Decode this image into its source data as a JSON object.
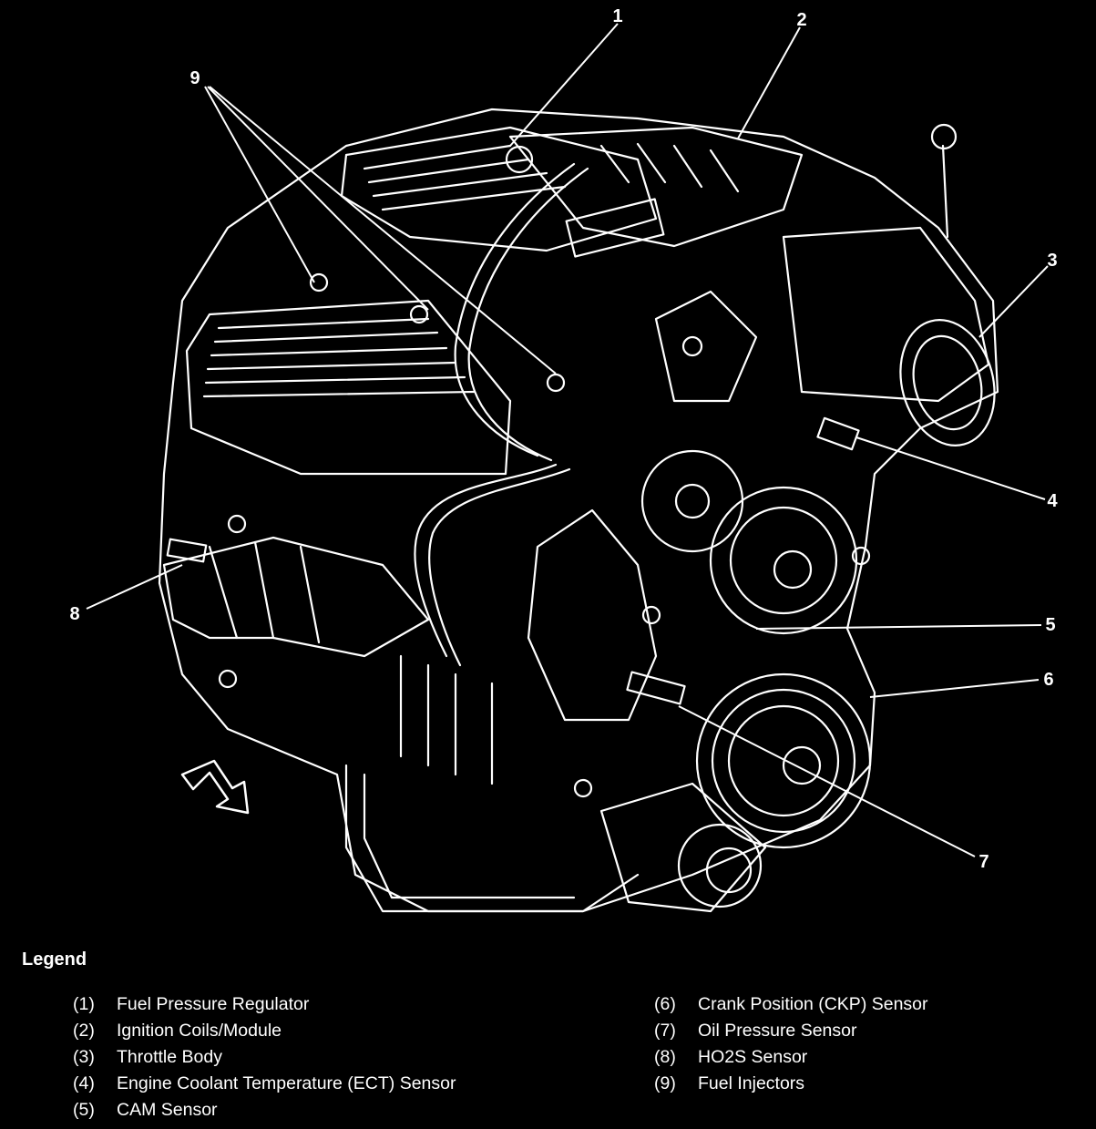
{
  "figure": {
    "callouts": [
      {
        "id": "1"
      },
      {
        "id": "2"
      },
      {
        "id": "3"
      },
      {
        "id": "4"
      },
      {
        "id": "5"
      },
      {
        "id": "6"
      },
      {
        "id": "7"
      },
      {
        "id": "8"
      },
      {
        "id": "9"
      }
    ]
  },
  "legend": {
    "title": "Legend",
    "left_items": [
      {
        "id": "(1)",
        "label": "Fuel Pressure Regulator"
      },
      {
        "id": "(2)",
        "label": "Ignition Coils/Module"
      },
      {
        "id": "(3)",
        "label": "Throttle Body"
      },
      {
        "id": "(4)",
        "label": "Engine Coolant Temperature (ECT) Sensor"
      },
      {
        "id": "(5)",
        "label": "CAM Sensor"
      }
    ],
    "right_items": [
      {
        "id": "(6)",
        "label": "Crank Position (CKP) Sensor"
      },
      {
        "id": "(7)",
        "label": "Oil Pressure Sensor"
      },
      {
        "id": "(8)",
        "label": "HO2S Sensor"
      },
      {
        "id": "(9)",
        "label": "Fuel Injectors"
      }
    ]
  },
  "colors": {
    "background": "#000000",
    "linework": "#ffffff"
  }
}
